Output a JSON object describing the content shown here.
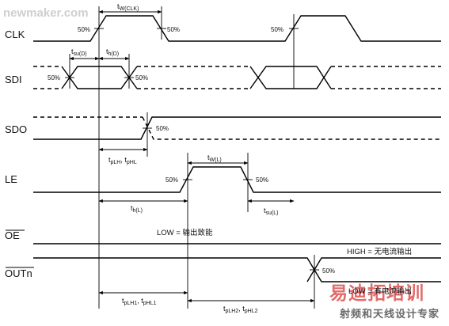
{
  "watermark_top": "newmaker.com",
  "watermark_brand": "易迪拓培训",
  "watermark_sub": "射频和天线设计专家",
  "signals": {
    "clk": "CLK",
    "sdi": "SDI",
    "sdo": "SDO",
    "le": "LE",
    "oe": "OE",
    "outn": "OUTn"
  },
  "percent": "50%",
  "timing": {
    "tw_clk": {
      "base": "t",
      "sub": "W(CLK)"
    },
    "tsu_d": {
      "base": "t",
      "sub": "su(D)"
    },
    "th_d": {
      "base": "t",
      "sub": "h(D)"
    },
    "tplh": {
      "base": "t",
      "sub": "pLH"
    },
    "tphl": {
      "base": "t",
      "sub": "pHL"
    },
    "tw_l": {
      "base": "t",
      "sub": "W(L)"
    },
    "th_l": {
      "base": "t",
      "sub": "h(L)"
    },
    "tsu_l": {
      "base": "t",
      "sub": "su(L)"
    },
    "tplh1": {
      "base": "t",
      "sub": "pLH1"
    },
    "tphl1": {
      "base": "t",
      "sub": "pHL1"
    },
    "tplh2": {
      "base": "t",
      "sub": "pLH2"
    },
    "tphl2": {
      "base": "t",
      "sub": "pHL2"
    },
    "sep": ", "
  },
  "notes": {
    "oe_low": "LOW = 输出致能",
    "out_high": "HIGH = 无电流输出",
    "out_low": "LOW = 有电流输出"
  }
}
